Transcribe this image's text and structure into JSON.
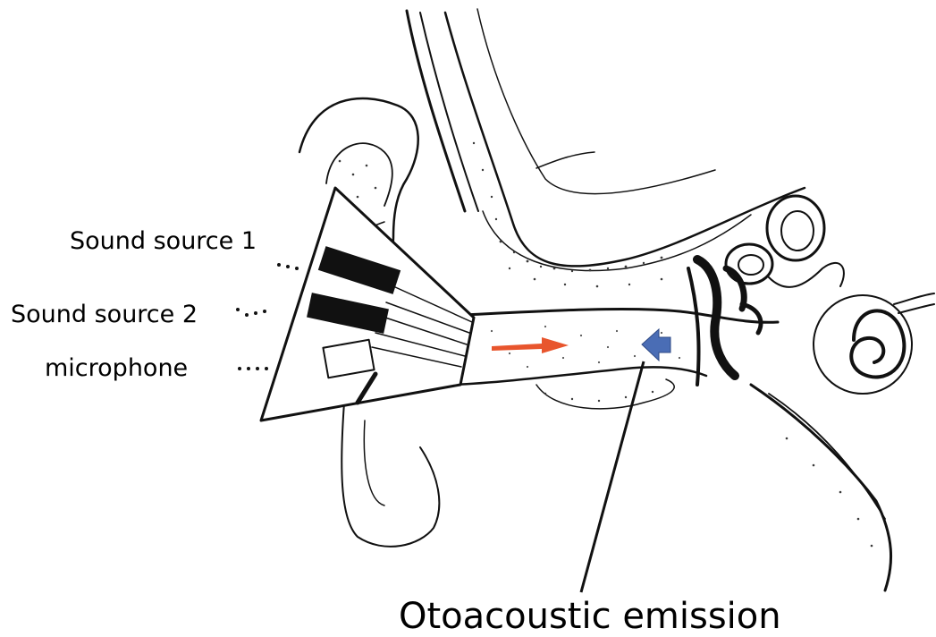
{
  "labels": {
    "sound_source_1": "Sound source 1",
    "sound_source_2": "Sound source 2",
    "microphone": "microphone",
    "otoacoustic_emission": "Otoacoustic emission"
  },
  "colors": {
    "line": "#111111",
    "stipple": "#3a3a3a",
    "incoming_arrow": "#e8552d",
    "emission_arrow": "#4a6db5"
  },
  "icons": {
    "incoming_sound": "arrow-right-icon",
    "emission": "arrow-left-icon"
  }
}
